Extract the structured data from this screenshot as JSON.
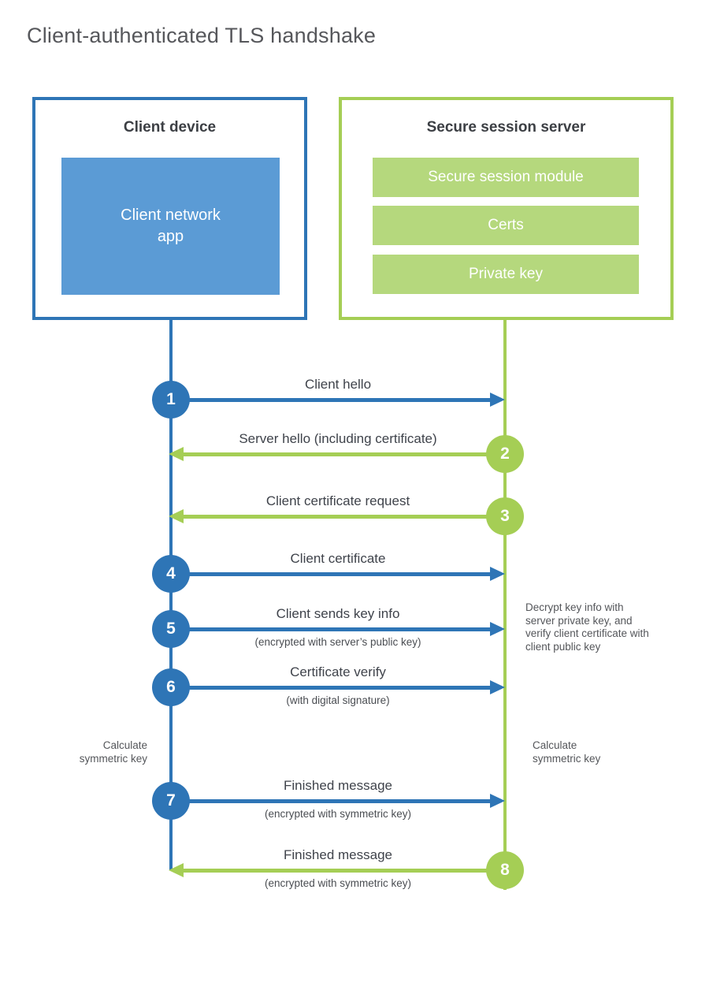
{
  "title": "Client-authenticated TLS handshake",
  "colors": {
    "blue": "#2e75b6",
    "blue_light": "#5b9bd5",
    "green": "#a5ce55",
    "green_light": "#b5d87d"
  },
  "client": {
    "header": "Client device",
    "app_label": "Client network app"
  },
  "server": {
    "header": "Secure session server",
    "modules": [
      "Secure session module",
      "Certs",
      "Private key"
    ]
  },
  "steps": [
    {
      "num": "1",
      "label": "Client hello",
      "direction": "client-to-server"
    },
    {
      "num": "2",
      "label": "Server hello (including certificate)",
      "direction": "server-to-client"
    },
    {
      "num": "3",
      "label": "Client certificate request",
      "direction": "server-to-client"
    },
    {
      "num": "4",
      "label": "Client certificate",
      "direction": "client-to-server"
    },
    {
      "num": "5",
      "label": "Client sends key info",
      "sublabel": "(encrypted with server’s public key)",
      "direction": "client-to-server"
    },
    {
      "num": "6",
      "label": "Certificate verify",
      "sublabel": "(with digital signature)",
      "direction": "client-to-server"
    },
    {
      "num": "7",
      "label": "Finished message",
      "sublabel": "(encrypted with symmetric key)",
      "direction": "client-to-server"
    },
    {
      "num": "8",
      "label": "Finished message",
      "sublabel": "(encrypted with symmetric key)",
      "direction": "server-to-client"
    }
  ],
  "notes": {
    "decrypt": "Decrypt key info with server private key, and verify client certificate with client public key",
    "calc_left": "Calculate symmetric key",
    "calc_right": "Calculate symmetric key"
  }
}
